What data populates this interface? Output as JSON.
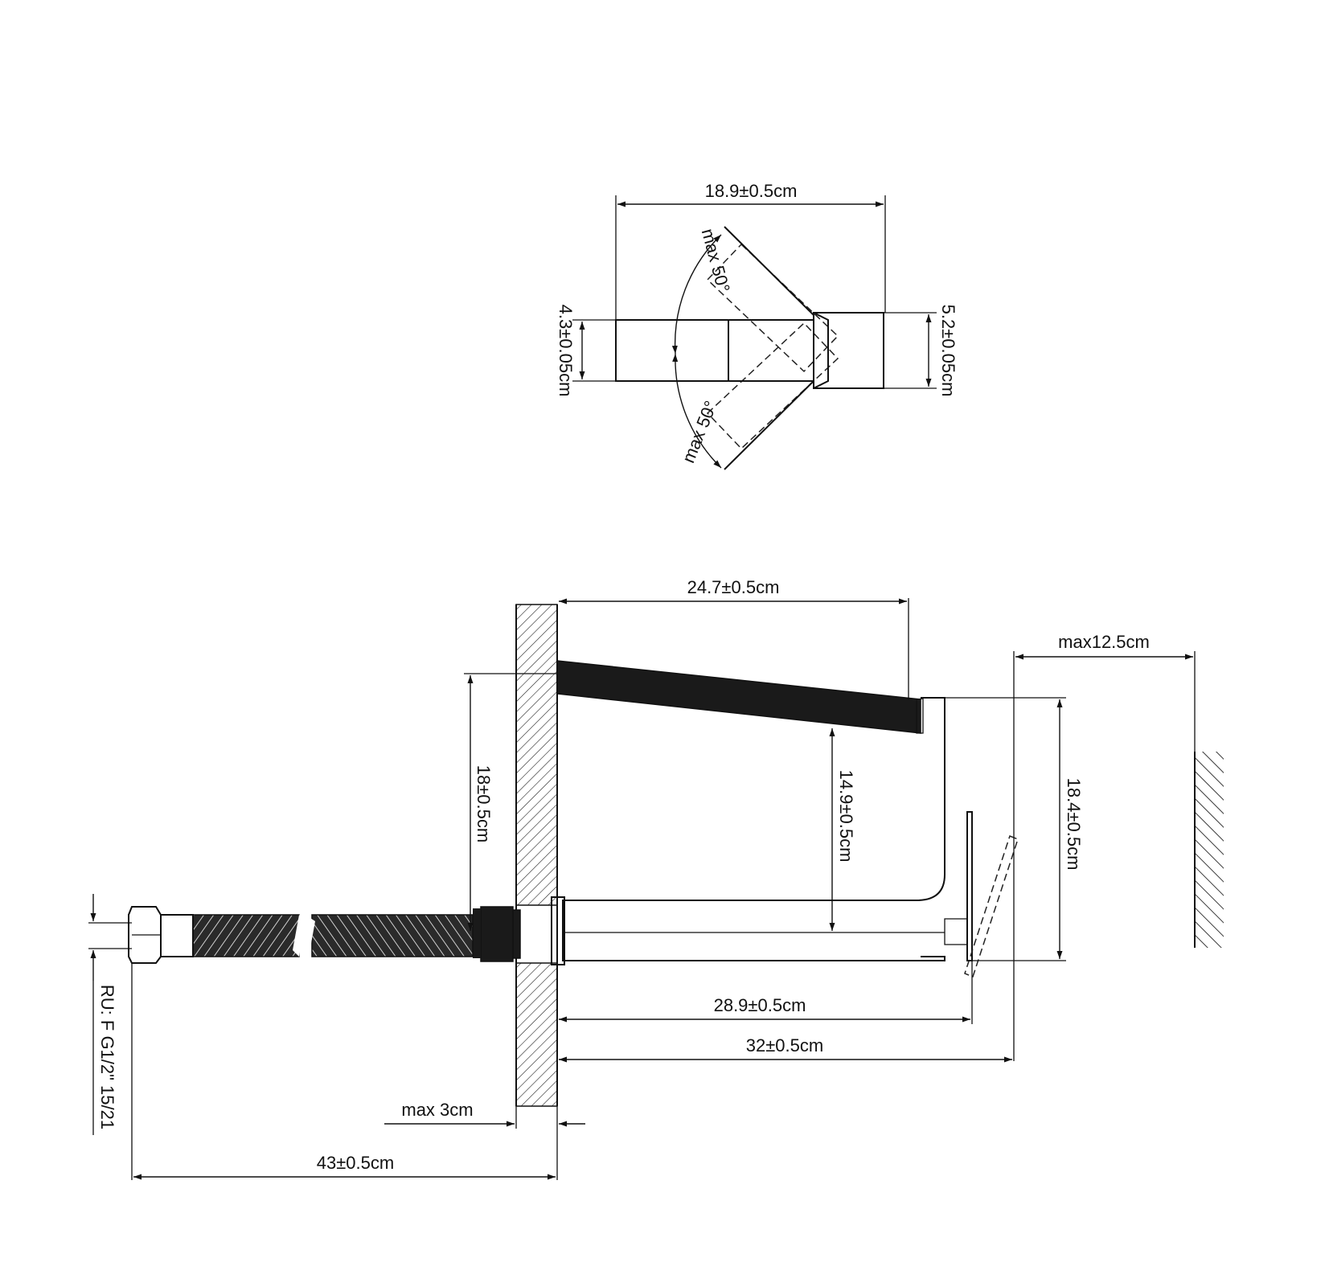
{
  "top_view": {
    "width_label": "18.9±0.5cm",
    "angle_upper_label": "max 50°",
    "angle_lower_label": "max 50°",
    "left_height_label": "4.3±0.05cm",
    "right_height_label": "5.2±0.05cm"
  },
  "side_view": {
    "spout_length_label": "24.7±0.5cm",
    "max_reach_label": "max12.5cm",
    "total_height_label": "18±0.5cm",
    "spout_clearance_label": "14.9±0.5cm",
    "body_height_label": "18.4±0.5cm",
    "body_depth_label": "28.9±0.5cm",
    "total_depth_label": "32±0.5cm",
    "wall_thickness_label": "max 3cm",
    "hose_length_label": "43±0.5cm",
    "connection_label": "RU: F G1/2\" 15/21"
  },
  "colors": {
    "line": "#111111",
    "background": "#ffffff"
  }
}
